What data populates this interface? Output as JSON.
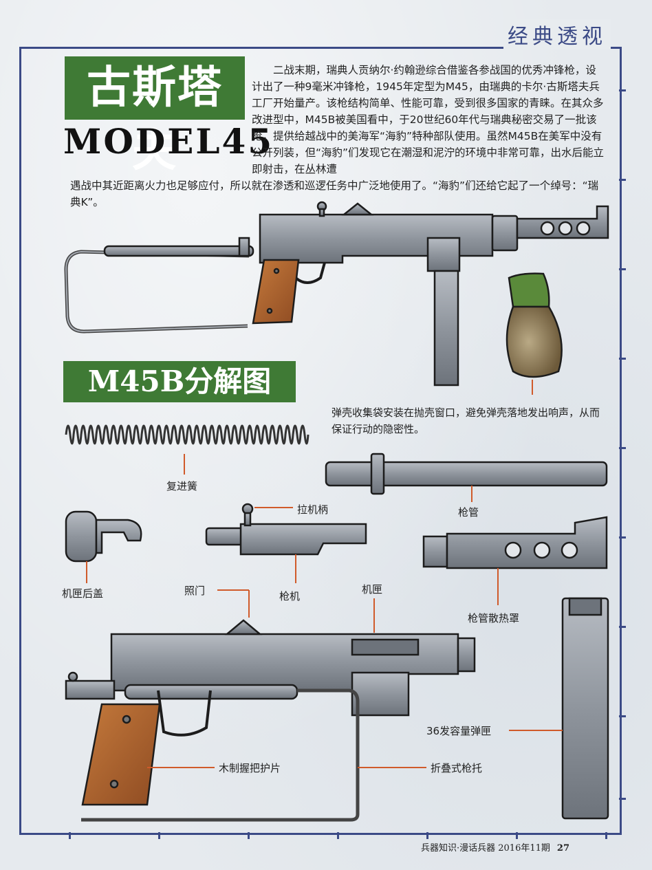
{
  "header": {
    "section": "经典透视"
  },
  "title": {
    "cn": "古斯塔夫",
    "en": "MODEL45"
  },
  "intro": {
    "part1": "二战末期，瑞典人贡纳尔·约翰逊综合借鉴各参战国的优秀冲锋枪，设计出了一种9毫米冲锋枪，1945年定型为M45，由瑞典的卡尔·古斯塔夫兵工厂开始量产。该枪结构简单、性能可靠，受到很多国家的青睐。在其众多改进型中，M45B被美国看中，于20世纪60年代与瑞典秘密交易了一批该枪，提供给越战中的美海军“海豹”特种部队使用。虽然M45B在美军中没有公开列装，但“海豹”们发现它在潮湿和泥泞的环境中非常可靠，出水后能立即射击，在丛林遭",
    "part2": "遇战中其近距离火力也足够应付，所以就在渗透和巡逻任务中广泛地使用了。“海豹”们还给它起了一个绰号：“瑞典K”。"
  },
  "exploded": {
    "title": "M45B分解图",
    "note": "弹壳收集袋安装在抛壳窗口，避免弹壳落地发出响声，从而保证行动的隐密性。",
    "labels": {
      "spring": "复进簧",
      "barrel": "枪管",
      "charging_handle": "拉机柄",
      "end_cap": "机匣后盖",
      "bolt": "枪机",
      "shroud": "枪管散热罩",
      "sight": "照门",
      "receiver": "机匣",
      "magazine": "36发容量弹匣",
      "grips": "木制握把护片",
      "stock": "折叠式枪托"
    }
  },
  "footer": {
    "magazine": "兵器知识·漫话兵器 2016年11期",
    "page": "27"
  },
  "colors": {
    "frame": "#3b4a86",
    "title_bg": "#3f7a35",
    "metal": "#8d939b",
    "wood": "#a65a2a",
    "bag": "#7a6a48"
  }
}
